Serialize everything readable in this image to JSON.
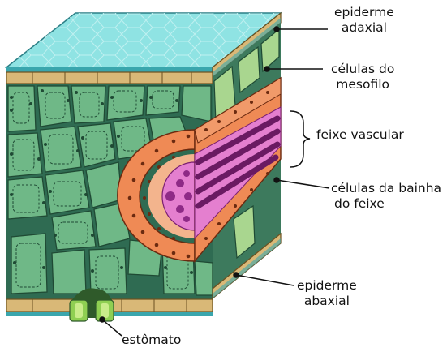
{
  "labels": {
    "epiderme_adaxial": [
      "epiderme",
      "adaxial"
    ],
    "celulas_mesofilo": [
      "células do",
      "mesofilo"
    ],
    "feixe_vascular": "feixe vascular",
    "celulas_bainha": [
      "células da bainha",
      "do feixe"
    ],
    "epiderme_abaxial": [
      "epiderme",
      "abaxial"
    ],
    "estomato": "estômato"
  },
  "colors": {
    "cuticle": "#8fe3e3",
    "epidermis": "#d9b877",
    "mesophyll": "#6fb887",
    "mesophyll_light": "#a9d68f",
    "sheath": "#ef8a55",
    "xylem": "#8e2a86",
    "phloem": "#e47fcf",
    "stomata": "#8fcf52"
  }
}
